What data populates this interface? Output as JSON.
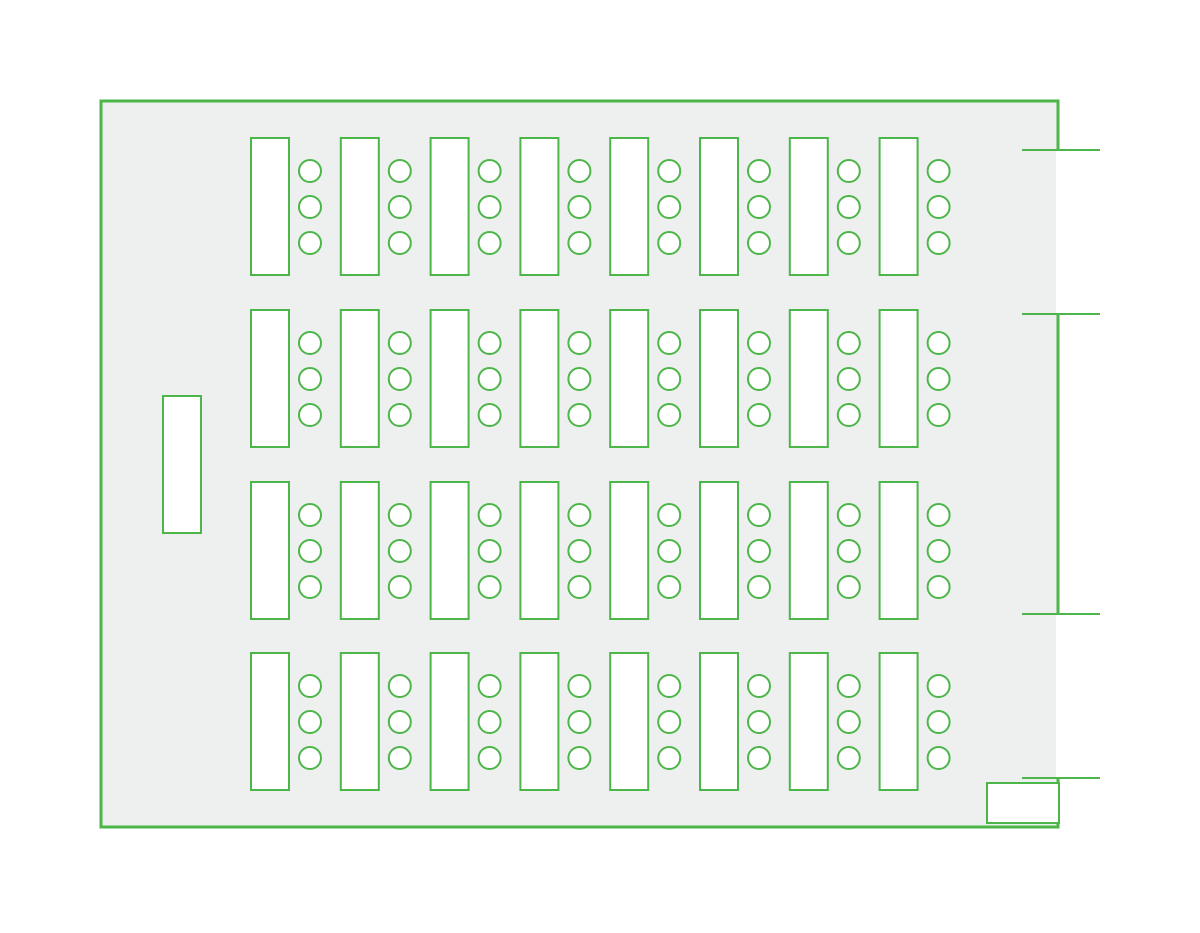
{
  "colors": {
    "stroke": "#4cb648",
    "floor": "#eef0ef",
    "furniture_fill": "#ffffff",
    "background": "#ffffff"
  },
  "layout": {
    "type": "classroom-seating",
    "table_rows": 4,
    "tables_per_row": 8,
    "chairs_per_table": 3,
    "chair_side": "right"
  },
  "room": {
    "features": [
      "lectern",
      "door",
      "side-partition"
    ]
  }
}
